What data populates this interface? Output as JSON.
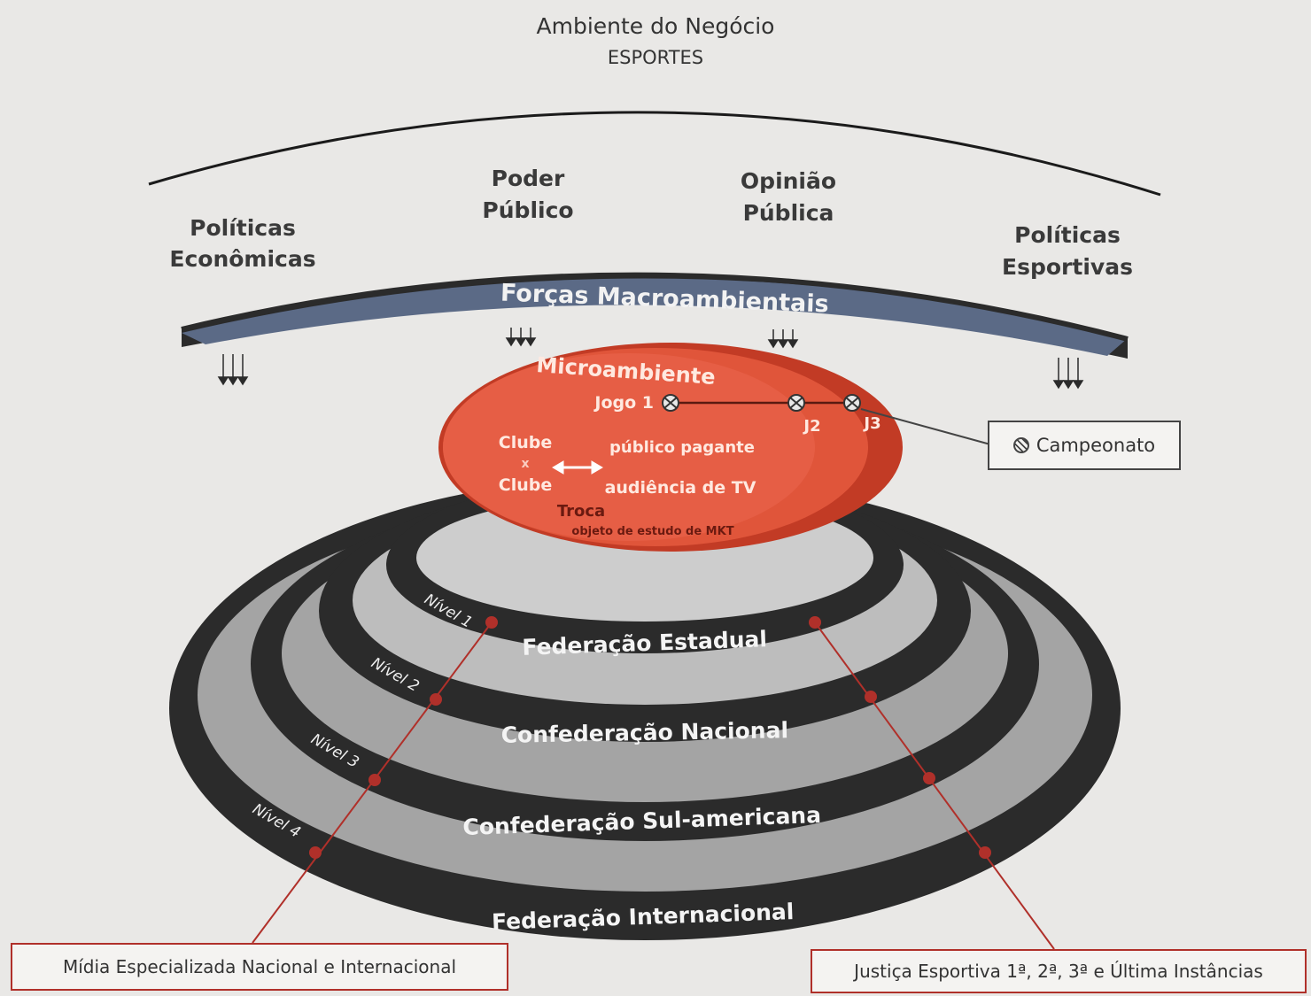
{
  "header": {
    "title": "Ambiente do Negócio",
    "subtitle": "ESPORTES"
  },
  "forces": {
    "politicas_economicas": [
      "Políticas",
      "Econômicas"
    ],
    "poder_publico": [
      "Poder",
      "Público"
    ],
    "opiniao_publica": [
      "Opinião",
      "Pública"
    ],
    "politicas_esportivas": [
      "Políticas",
      "Esportivas"
    ]
  },
  "macro_bar": {
    "label": "Forças Macroambientais"
  },
  "micro": {
    "title": "Microambiente",
    "jogo1": "Jogo 1",
    "j2": "J2",
    "j3": "J3",
    "clube_top": "Clube",
    "x": "x",
    "clube_bottom": "Clube",
    "publico_pagante": "público pagante",
    "audiencia_tv": "audiência de TV",
    "troca": "Troca",
    "troca_sub": "objeto de estudo de MKT"
  },
  "campeonato": {
    "label": "Campeonato"
  },
  "rings": [
    {
      "level": "Nível 1",
      "label": "Federação Estadual"
    },
    {
      "level": "Nível 2",
      "label": "Confederação Nacional"
    },
    {
      "level": "Nível 3",
      "label": "Confederação Sul-americana"
    },
    {
      "level": "Nível 4",
      "label": "Federação Internacional"
    }
  ],
  "boxes": {
    "midia": "Mídia Especializada Nacional e Internacional",
    "justica": "Justiça Esportiva 1ª, 2ª, 3ª e Última Instâncias"
  },
  "colors": {
    "ring_dark": "#2b2b2b",
    "ring_gray": "#a4a4a4",
    "center_gray": "#cdcdcd",
    "bar_blue": "#5b6a86",
    "micro_red": "#d9482f",
    "connector_red": "#b0302a"
  }
}
